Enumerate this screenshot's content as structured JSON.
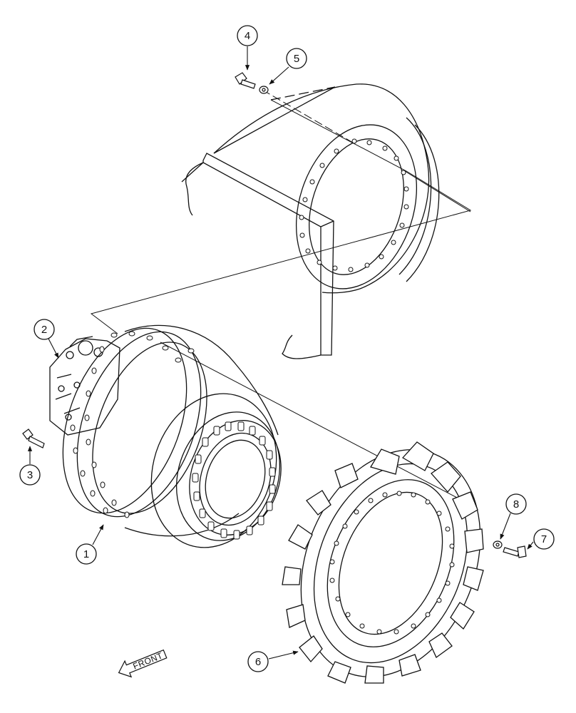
{
  "callouts": {
    "c1": "1",
    "c2": "2",
    "c3": "3",
    "c4": "4",
    "c5": "5",
    "c6": "6",
    "c7": "7",
    "c8": "8"
  },
  "front_label": "FRONT",
  "colors": {
    "line": "#111111",
    "paper": "#ffffff"
  }
}
